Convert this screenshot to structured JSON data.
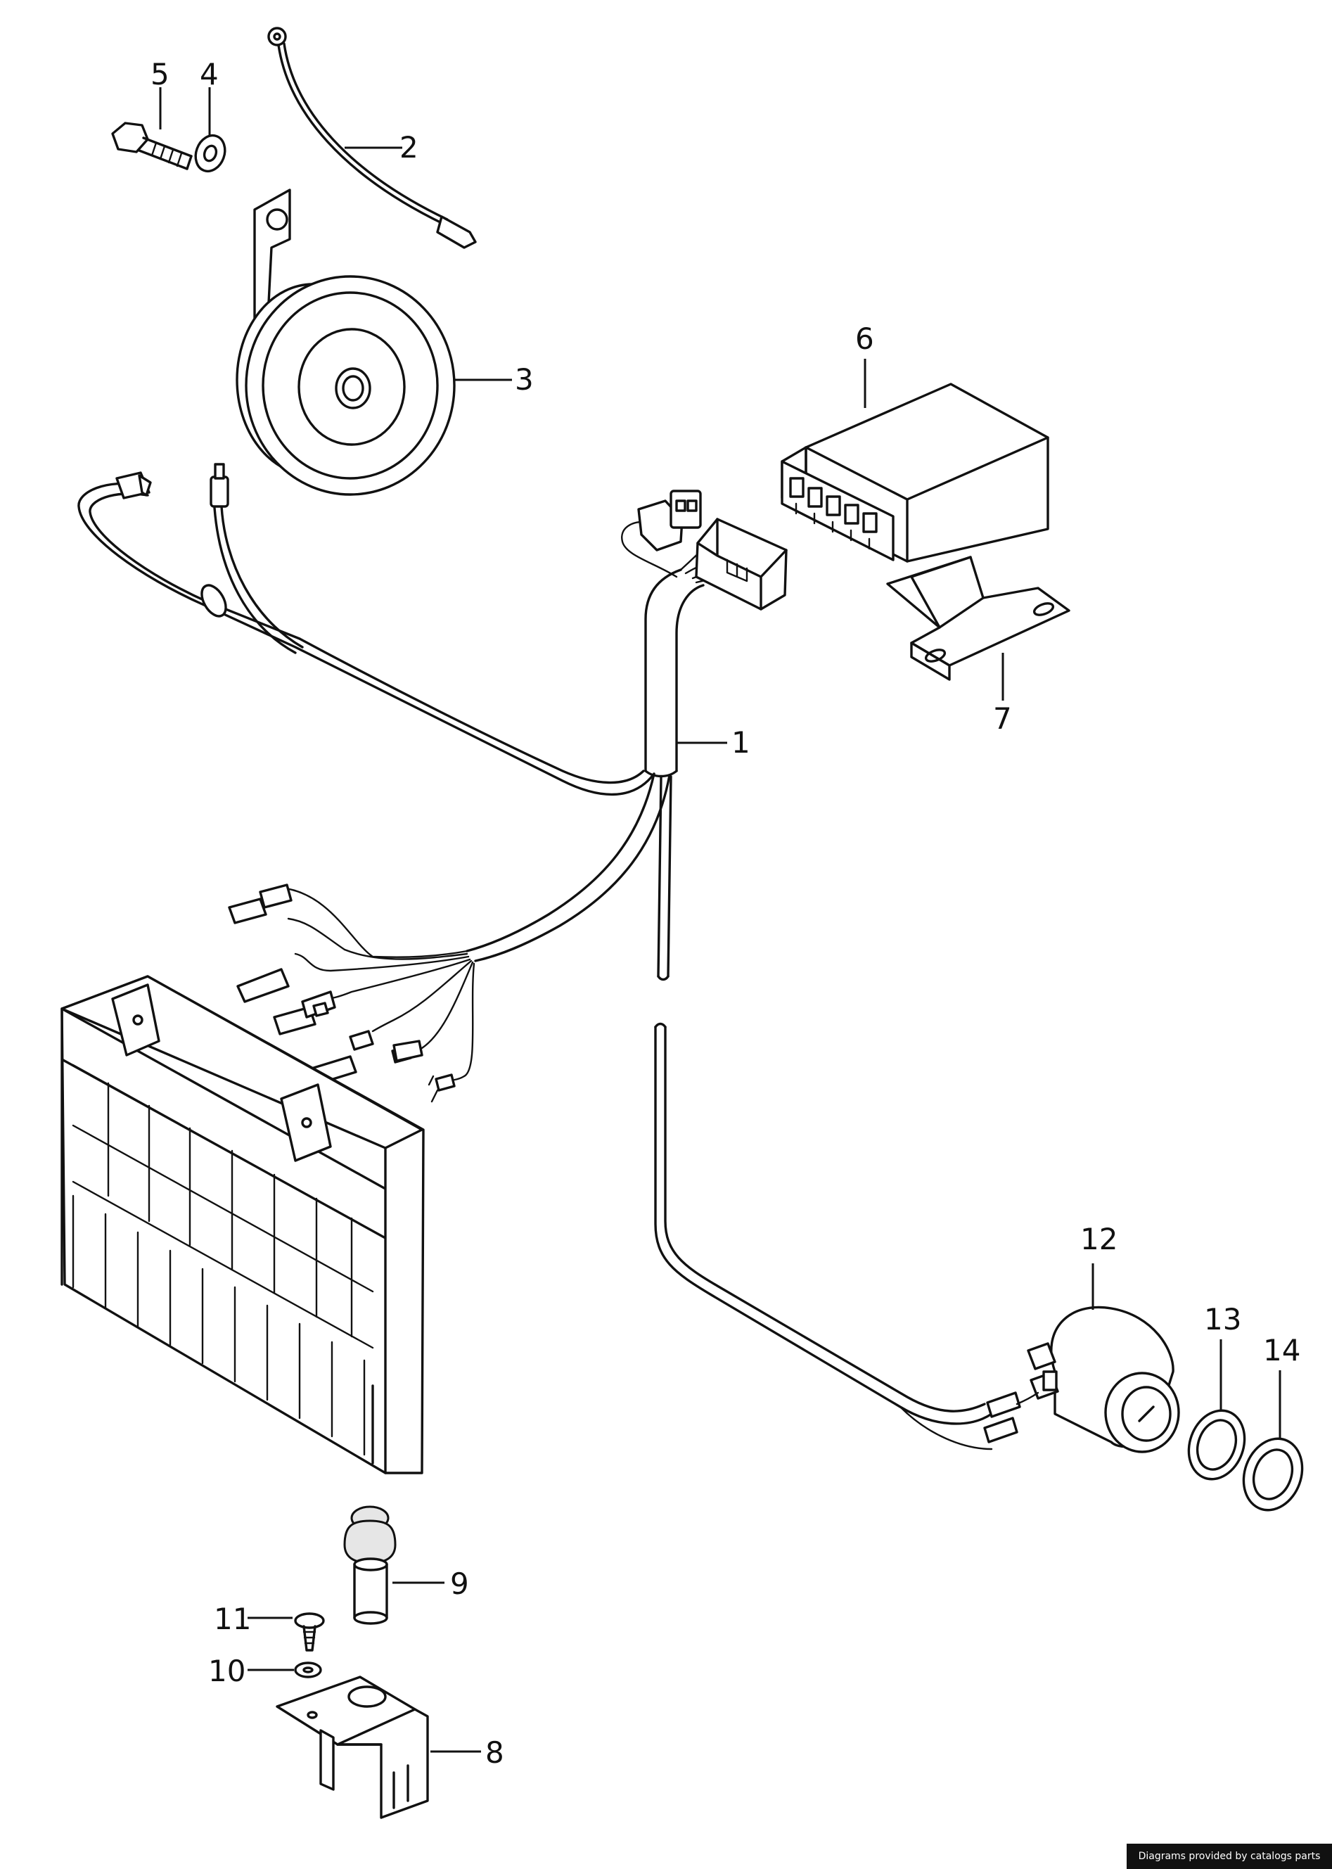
{
  "diagram": {
    "callouts": [
      {
        "id": "1",
        "label": "1"
      },
      {
        "id": "2",
        "label": "2"
      },
      {
        "id": "3",
        "label": "3"
      },
      {
        "id": "4",
        "label": "4"
      },
      {
        "id": "5",
        "label": "5"
      },
      {
        "id": "6",
        "label": "6"
      },
      {
        "id": "7",
        "label": "7"
      },
      {
        "id": "8",
        "label": "8"
      },
      {
        "id": "9",
        "label": "9"
      },
      {
        "id": "10",
        "label": "10"
      },
      {
        "id": "11",
        "label": "11"
      },
      {
        "id": "12",
        "label": "12"
      },
      {
        "id": "13",
        "label": "13"
      },
      {
        "id": "14",
        "label": "14"
      }
    ]
  },
  "footer": {
    "text": "Diagrams provided by catalogs parts"
  }
}
